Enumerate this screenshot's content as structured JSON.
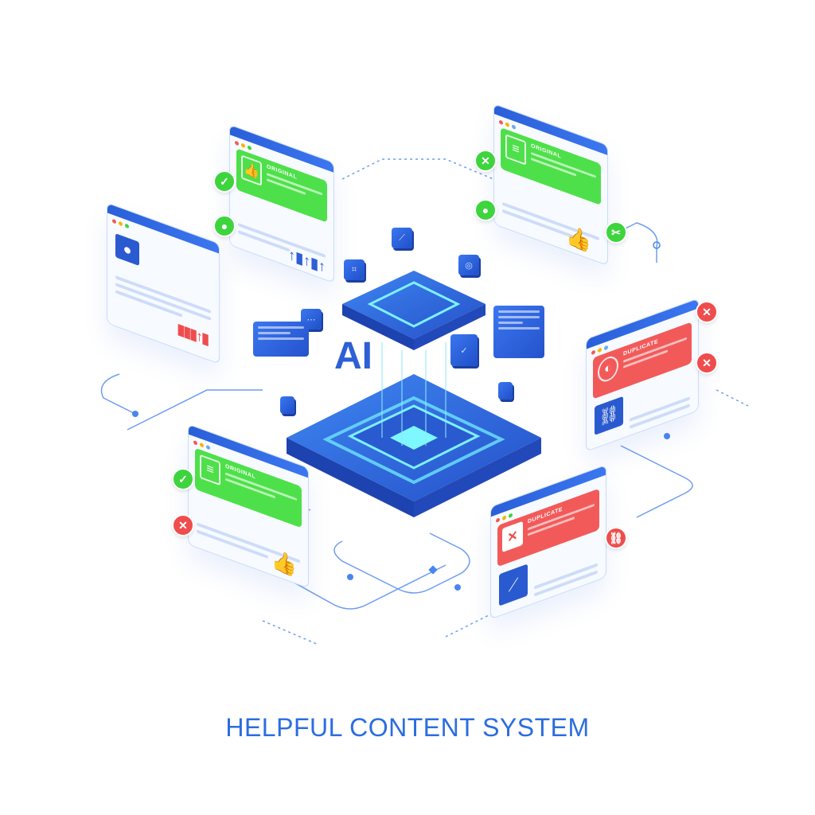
{
  "title": "HELPFUL CONTENT SYSTEM",
  "center": {
    "label": "AI",
    "icon": "ai-chip-platform-icon",
    "colors": {
      "platform": "#2f63d8",
      "glow": "#5fe0ff"
    }
  },
  "cards": [
    {
      "id": "top-left",
      "status": "helpful",
      "panel_color": "green",
      "panel_label": "ORIGINAL",
      "panel_icon": "thumbs-up-icon",
      "footer_icon": "bar-chart-up-icon",
      "badges": [
        "check",
        "thumbs-up"
      ]
    },
    {
      "id": "top-right",
      "status": "helpful",
      "panel_color": "green",
      "panel_label": "ORIGINAL",
      "panel_icon": "document-icon",
      "footer_icon": "thumbs-up-icon",
      "badges": [
        "close",
        "thumbs-up",
        "scissors"
      ]
    },
    {
      "id": "left",
      "status": "neutral",
      "panel_color": "none",
      "panel_label": "",
      "panel_icon": "user-profile-icon",
      "footer_icon": "bar-chart-red-icon",
      "badges": []
    },
    {
      "id": "right",
      "status": "unhelpful",
      "panel_color": "red",
      "panel_label": "DUPLICATE",
      "panel_icon": "broken-disc-icon",
      "footer_icon": "link-icon",
      "badges": [
        "close",
        "close"
      ]
    },
    {
      "id": "bottom-left",
      "status": "helpful",
      "panel_color": "green",
      "panel_label": "ORIGINAL",
      "panel_icon": "document-icon",
      "footer_icon": "thumbs-up-icon",
      "badges": [
        "check",
        "close"
      ]
    },
    {
      "id": "bottom-right",
      "status": "unhelpful",
      "panel_color": "red",
      "panel_label": "DUPLICATE",
      "panel_icon": "close-icon",
      "footer_icon": "line-chart-icon",
      "badges": [
        "link"
      ]
    }
  ],
  "colors": {
    "brand_blue": "#2b6de0",
    "helpful_green": "#4ee04a",
    "unhelpful_red": "#f25a5a",
    "card_border": "#c9dbfb"
  },
  "glyphs": {
    "check": "✓",
    "close": "✕",
    "thumbs": "👍",
    "link": "⛓",
    "chart": "▮▮▮",
    "user": "👤"
  }
}
